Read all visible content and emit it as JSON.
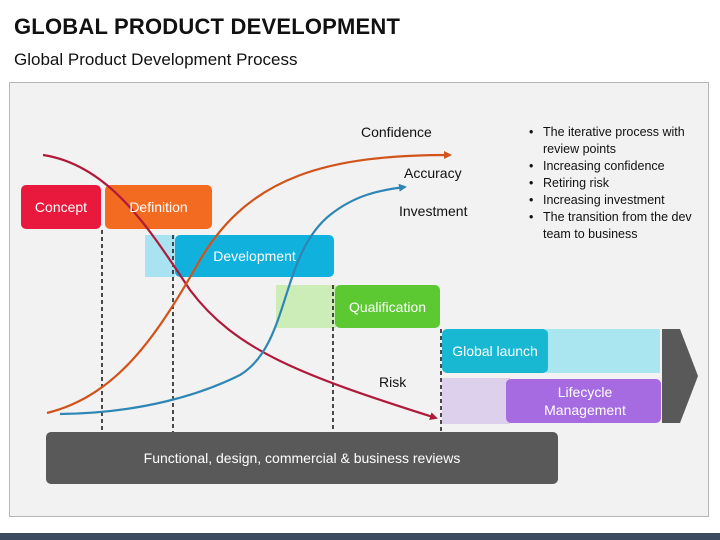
{
  "header": {
    "title": "GLOBAL PRODUCT DEVELOPMENT",
    "subtitle": "Global Product Development Process"
  },
  "stages": {
    "concept": "Concept",
    "definition": "Definition",
    "development": "Development",
    "qualification": "Qualification",
    "global_launch": "Global launch",
    "lifecycle_management": "Lifecycle Management",
    "reviews": "Functional, design, commercial  & business reviews"
  },
  "curve_labels": {
    "confidence": "Confidence",
    "accuracy": "Accuracy",
    "investment": "Investment",
    "risk": "Risk"
  },
  "bullets": [
    "The iterative process with review points",
    "Increasing confidence",
    "Retiring risk",
    "Increasing investment",
    "The transition from the dev team to business"
  ],
  "colors": {
    "concept": "#E8193C",
    "definition": "#F26B21",
    "development": "#11B1DE",
    "development_shadow": "#A9E3F2",
    "qualification": "#5CC832",
    "qualification_shadow": "#CDEDB8",
    "global_launch": "#18B8D2",
    "global_launch_shadow": "#A9E6EF",
    "lifecycle": "#A66BE0",
    "lifecycle_shadow": "#DDD0EC",
    "reviews": "#595959",
    "risk_curve": "#B01A3A",
    "confidence_curve": "#D2531A",
    "investment_curve": "#2E86B5",
    "arrow": "#595959"
  }
}
